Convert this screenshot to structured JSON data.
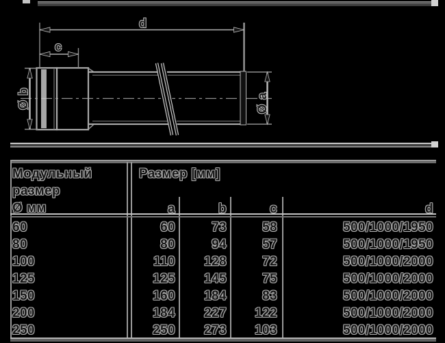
{
  "diagram": {
    "labels": {
      "length_d": "d",
      "length_c": "c",
      "diameter_b": "Ø b",
      "diameter_a": "Ø a"
    }
  },
  "table": {
    "left_header_lines": [
      "Модульный",
      "размер",
      "Ø мм"
    ],
    "size_header": "Размер [мм]",
    "columns": [
      "a",
      "b",
      "c",
      "d"
    ],
    "rows": [
      [
        "60",
        "60",
        "73",
        "58",
        "500/1000/1950"
      ],
      [
        "80",
        "80",
        "94",
        "57",
        "500/1000/1950"
      ],
      [
        "100",
        "110",
        "128",
        "72",
        "500/1000/2000"
      ],
      [
        "125",
        "125",
        "145",
        "75",
        "500/1000/2000"
      ],
      [
        "150",
        "160",
        "184",
        "83",
        "500/1000/2000"
      ],
      [
        "200",
        "184",
        "227",
        "122",
        "500/1000/2000"
      ],
      [
        "250",
        "250",
        "273",
        "103",
        "500/1000/2000"
      ]
    ]
  },
  "colors": {
    "background": "#000000",
    "line": "#9a9a9a",
    "text_fill": "#161616",
    "text_outline": "#b3b3b3"
  }
}
